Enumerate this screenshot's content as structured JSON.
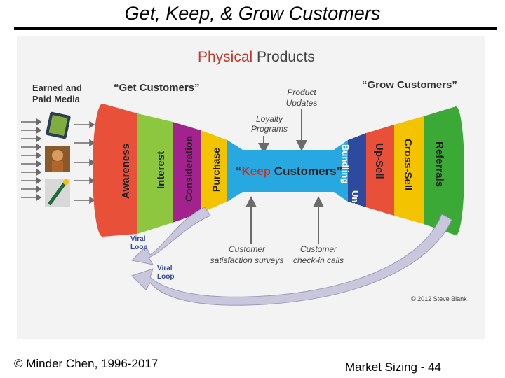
{
  "slide": {
    "title": "Get, Keep, & Grow Customers",
    "footer_left": "© Minder Chen, 1996-2017",
    "footer_right": "Market Sizing - 44"
  },
  "diagram": {
    "title_accent": "Physical",
    "title_rest": " Products",
    "earned_media": [
      "Earned and",
      "Paid Media"
    ],
    "get_label": "“Get Customers”",
    "grow_label": "“Grow Customers”",
    "keep_open": "“",
    "keep_word": "Keep",
    "keep_rest": " Customers”",
    "product_updates": [
      "Product",
      "Updates"
    ],
    "loyalty_programs": [
      "Loyalty",
      "Programs"
    ],
    "get_stages": [
      "Awareness",
      "Interest",
      "Consideration",
      "Purchase"
    ],
    "grow_stages": [
      "Un-",
      "Bundling",
      "Up-Sell",
      "Cross-Sell",
      "Referrals"
    ],
    "viral_loop": [
      "Viral",
      "Loop"
    ],
    "satisfaction": [
      "Customer",
      "satisfaction surveys"
    ],
    "checkin": [
      "Customer",
      "check-in calls"
    ],
    "copyright": "© 2012 Steve Blank",
    "colors": {
      "accent_red": "#c0392b",
      "awareness": "#e8503a",
      "interest": "#8dc63f",
      "consideration": "#a3238e",
      "purchase": "#f4c300",
      "keep": "#27a8e0",
      "unbundling": "#2e4a9e",
      "upsell": "#e8503a",
      "crosssell": "#f4c300",
      "referrals": "#3aa935"
    }
  }
}
